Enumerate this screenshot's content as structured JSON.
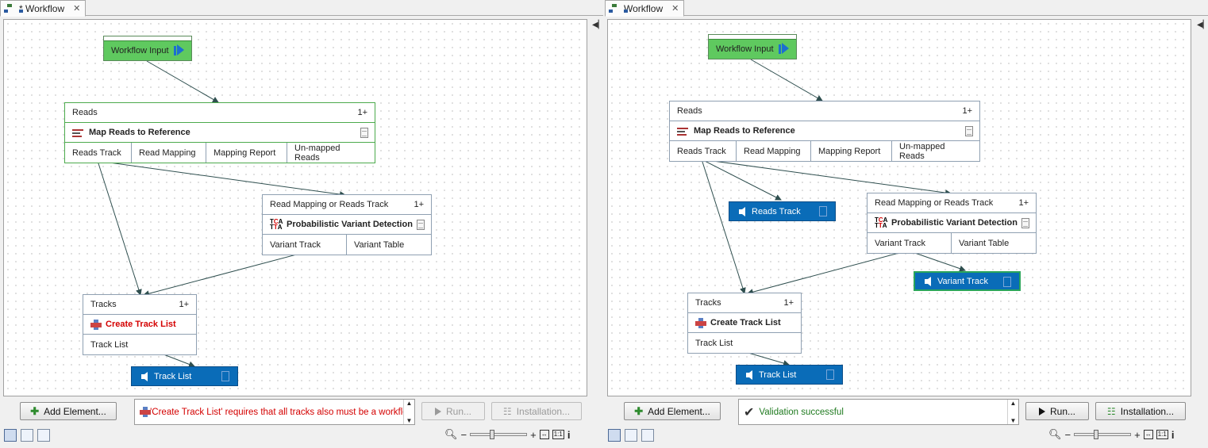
{
  "left": {
    "tab_title": "* Workflow",
    "workflow_input": "Workflow Input",
    "map_node": {
      "input": "Reads",
      "qty": "1+",
      "tool": "Map Reads to Reference",
      "outputs": [
        "Reads Track",
        "Read Mapping",
        "Mapping Report",
        "Un-mapped Reads"
      ]
    },
    "variant_node": {
      "input": "Read Mapping or Reads Track",
      "qty": "1+",
      "tool": "Probabilistic Variant Detection",
      "outputs": [
        "Variant Track",
        "Variant Table"
      ]
    },
    "track_node": {
      "input": "Tracks",
      "qty": "1+",
      "tool": "Create Track List",
      "outputs": [
        "Track List"
      ]
    },
    "output_nodes": [
      "Track List"
    ],
    "add_element": "Add Element...",
    "message": "'Create Track List' requires that all tracks also must be a workflow",
    "run": "Run...",
    "installation": "Installation..."
  },
  "right": {
    "tab_title": "Workflow",
    "workflow_input": "Workflow Input",
    "map_node": {
      "input": "Reads",
      "qty": "1+",
      "tool": "Map Reads to Reference",
      "outputs": [
        "Reads Track",
        "Read Mapping",
        "Mapping Report",
        "Un-mapped Reads"
      ]
    },
    "variant_node": {
      "input": "Read Mapping or Reads Track",
      "qty": "1+",
      "tool": "Probabilistic Variant Detection",
      "outputs": [
        "Variant Track",
        "Variant Table"
      ]
    },
    "track_node": {
      "input": "Tracks",
      "qty": "1+",
      "tool": "Create Track List",
      "outputs": [
        "Track List"
      ]
    },
    "output_nodes": [
      "Reads Track",
      "Variant Track",
      "Track List"
    ],
    "add_element": "Add Element...",
    "message": "Validation successful",
    "run": "Run...",
    "installation": "Installation..."
  },
  "icons": {
    "workflow": "workflow-icon",
    "map_reads": "map-reads-icon",
    "variant_detection": "tcat-icon",
    "track_list": "track-list-icon",
    "output": "output-arrow-icon",
    "document": "document-icon"
  },
  "colors": {
    "output_node": "#0a6cb8",
    "workflow_input": "#5fc95f",
    "error_text": "#d40000",
    "selected_border": "#4caa4c"
  }
}
